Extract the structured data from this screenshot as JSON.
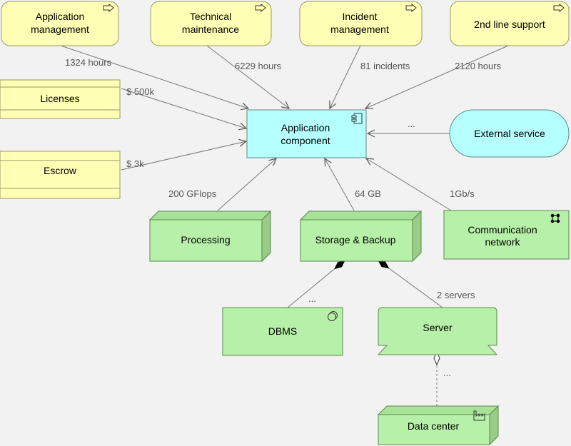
{
  "colors": {
    "business_fill": "#ffffb5",
    "business_stroke": "#999966",
    "application_fill": "#b5ffff",
    "application_stroke": "#5a8a8a",
    "technology_fill": "#c9e7b7",
    "technology_fill_bright": "#b7f0a8",
    "technology_stroke": "#5a8a4a",
    "edge": "#777777",
    "edge_label": "#555555",
    "background": "#f2f2f2"
  },
  "nodes": {
    "app_management": {
      "line1": "Application",
      "line2": "management",
      "icon": "service-arrow-icon"
    },
    "tech_maintenance": {
      "line1": "Technical",
      "line2": "maintenance",
      "icon": "service-arrow-icon"
    },
    "incident_management": {
      "line1": "Incident",
      "line2": "management",
      "icon": "service-arrow-icon"
    },
    "second_line_support": {
      "line1": "2nd line support",
      "icon": "service-arrow-icon"
    },
    "licenses": {
      "label": "Licenses"
    },
    "escrow": {
      "label": "Escrow"
    },
    "application_component": {
      "line1": "Application",
      "line2": "component",
      "icon": "component-icon"
    },
    "external_service": {
      "label": "External service"
    },
    "processing": {
      "label": "Processing"
    },
    "storage_backup": {
      "label": "Storage & Backup"
    },
    "communication_network": {
      "line1": "Communication",
      "line2": "network",
      "icon": "network-icon"
    },
    "dbms": {
      "label": "DBMS",
      "icon": "system-software-icon"
    },
    "server": {
      "label": "Server"
    },
    "data_center": {
      "label": "Data center",
      "icon": "facility-icon"
    }
  },
  "edges": {
    "app_management": "1324 hours",
    "tech_maintenance": "6229 hours",
    "incident_management": "81 incidents",
    "second_line_support": "2120 hours",
    "licenses": "$ 500k",
    "escrow": "$ 3k",
    "external_service": "...",
    "processing": "200 GFlops",
    "storage_backup": "64 GB",
    "communication_network": "1Gb/s",
    "dbms": "...",
    "server": "2 servers",
    "data_center": "..."
  }
}
